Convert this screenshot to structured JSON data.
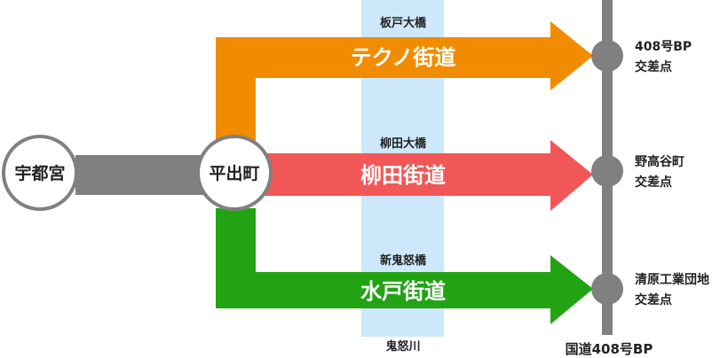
{
  "colors": {
    "orange": "#F18C00",
    "red": "#F25757",
    "green": "#22A314",
    "gray": "#808080",
    "river": "#CDE8FA"
  },
  "nodes": {
    "start": "宇都宮",
    "junction": "平出町"
  },
  "river": {
    "name": "鬼怒川"
  },
  "routes": [
    {
      "name": "テクノ街道",
      "bridge": "板戸大橋",
      "dest_line1": "408号BP",
      "dest_line2": "交差点"
    },
    {
      "name": "柳田街道",
      "bridge": "柳田大橋",
      "dest_line1": "野高谷町",
      "dest_line2": "交差点"
    },
    {
      "name": "水戸街道",
      "bridge": "新鬼怒橋",
      "dest_line1": "清原工業団地",
      "dest_line2": "交差点"
    }
  ],
  "national_road": "国道408号BP"
}
